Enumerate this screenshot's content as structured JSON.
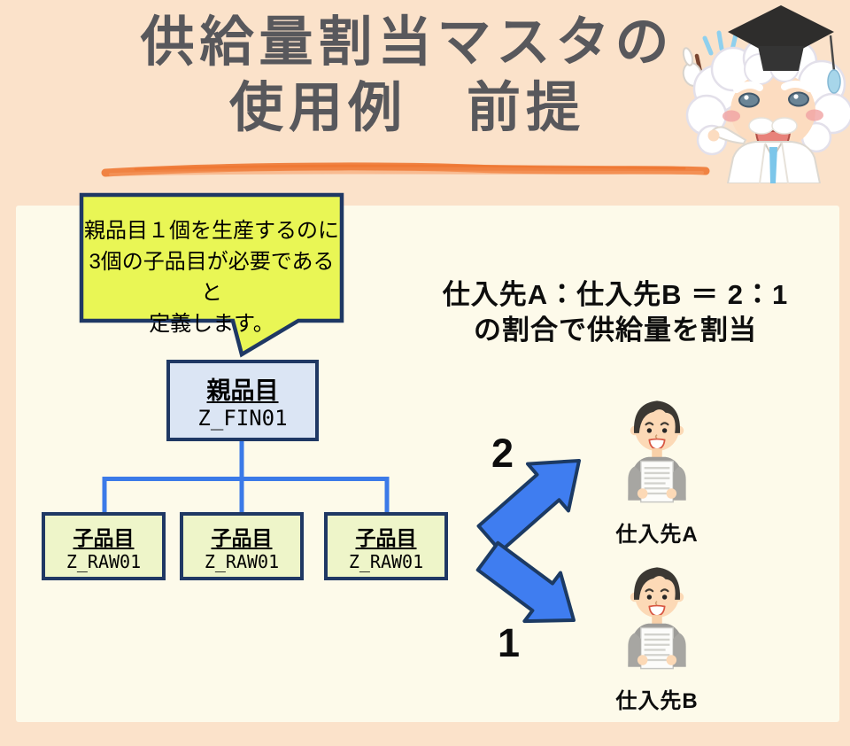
{
  "header": {
    "title_line1": "供給量割当マスタの",
    "title_line2": "使用例　前提"
  },
  "callout": {
    "lines": [
      "親品目１個を生産するのに",
      "3個の子品目が必要であると",
      "定義します。"
    ]
  },
  "bom_tree": {
    "parent": {
      "label": "親品目",
      "code": "Z_FIN01"
    },
    "children": [
      {
        "label": "子品目",
        "code": "Z_RAW01"
      },
      {
        "label": "子品目",
        "code": "Z_RAW01"
      },
      {
        "label": "子品目",
        "code": "Z_RAW01"
      }
    ]
  },
  "allocation": {
    "heading_line1": "仕入先A：仕入先B ＝ 2：1",
    "heading_line2": "の割合で供給量を割当",
    "flows": [
      {
        "ratio": "2",
        "supplier": "仕入先A"
      },
      {
        "ratio": "1",
        "supplier": "仕入先B"
      }
    ]
  },
  "icons": {
    "mascot": "professor-with-graduation-cap-and-pointer",
    "supplier": "man-holding-document"
  },
  "colors": {
    "peach": "#fbe2ca",
    "cream": "#fdfaea",
    "navy": "#1f3864",
    "blue": "#3b7ae8",
    "arrowBlue": "#3f7df0",
    "bubble": "#e9f655",
    "parentFill": "#dbe5f4",
    "childFill": "#eef5c9",
    "underline": "#ef7d3b",
    "titleGray": "#58585c"
  }
}
